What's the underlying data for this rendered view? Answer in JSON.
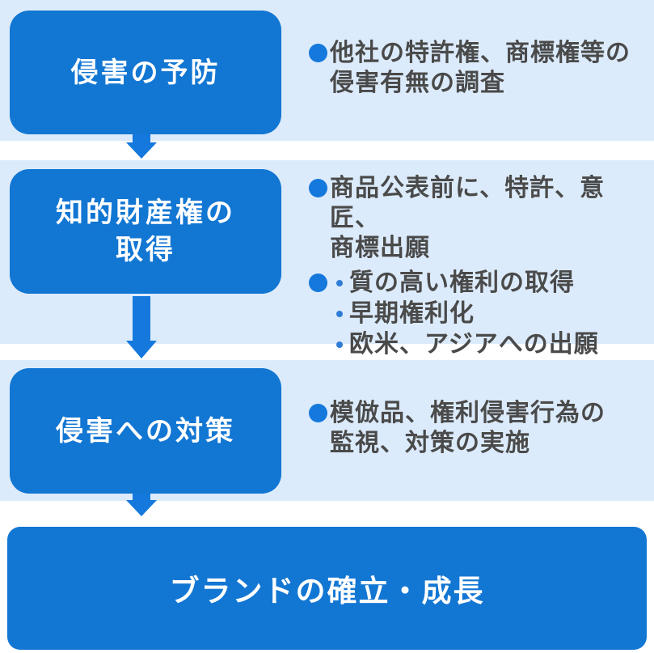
{
  "colors": {
    "background": "#ffffff",
    "band": "#dcebfb",
    "primary_blue": "#1276d3",
    "arrow_blue": "#1478dc",
    "dot_blue": "#2e7cd6",
    "text_dark": "#4a4a4a",
    "text_white": "#ffffff"
  },
  "icons": {
    "bullet": "filled-circle",
    "dot": "small-filled-dot",
    "arrow": "down-arrow"
  },
  "steps": [
    {
      "title": "侵害の予防",
      "items": [
        {
          "lines": [
            "他社の特許権、商標権等の",
            "侵害有無の調査"
          ]
        }
      ]
    },
    {
      "title_lines": [
        "知的財産権の",
        "取得"
      ],
      "items": [
        {
          "lines": [
            "商品公表前に、特許、意匠、",
            "商標出願"
          ]
        },
        {
          "sub_items": [
            "質の高い権利の取得",
            "早期権利化",
            "欧米、アジアへの出願"
          ]
        }
      ]
    },
    {
      "title": "侵害への対策",
      "items": [
        {
          "lines": [
            "模倣品、権利侵害行為の",
            "監視、対策の実施"
          ]
        }
      ]
    }
  ],
  "result": {
    "title": "ブランドの確立・成長"
  }
}
